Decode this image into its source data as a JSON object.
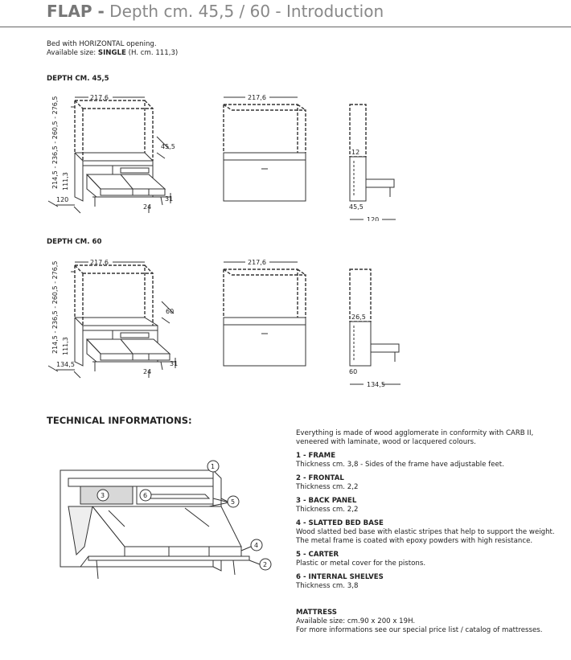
{
  "header": {
    "title_bold": "FLAP -",
    "title_rest": " Depth cm. 45,5 / 60 - Introduction"
  },
  "intro": {
    "line1": "Bed with HORIZONTAL opening.",
    "line2_prefix": "Available size: ",
    "line2_bold": "SINGLE",
    "line2_suffix": " (H. cm. 111,3)"
  },
  "sections": [
    {
      "heading": "DEPTH CM. 45,5",
      "width": "217,6",
      "heights": "214,5 - 236,5 - 260,5 - 276,5",
      "bed_height": "111,3",
      "depth": "45,5",
      "open_depth": "120",
      "foot": "24",
      "base": "31",
      "front_width": "217,6",
      "side_top": "12",
      "side_depth": "45,5",
      "side_open": "120"
    },
    {
      "heading": "DEPTH CM. 60",
      "width": "217,6",
      "heights": "214,5 - 236,5 - 260,5 - 276,5",
      "bed_height": "111,3",
      "depth": "60",
      "open_depth": "134,5",
      "foot": "24",
      "base": "31",
      "front_width": "217,6",
      "side_top": "26,5",
      "side_depth": "60",
      "side_open": "134,5"
    }
  ],
  "technical": {
    "heading": "TECHNICAL INFORMATIONS:",
    "callouts": [
      "1",
      "2",
      "3",
      "4",
      "5",
      "6"
    ],
    "intro": "Everything is made of wood agglomerate in conformity with CARB II, veneered with laminate, wood or lacquered colours.",
    "items": [
      {
        "title": "1 - FRAME",
        "text": "Thickness cm. 3,8 - Sides of the frame have adjustable feet."
      },
      {
        "title": "2 - FRONTAL",
        "text": "Thickness cm. 2,2"
      },
      {
        "title": "3 - BACK PANEL",
        "text": "Thickness cm. 2,2"
      },
      {
        "title": "4 - SLATTED BED BASE",
        "text": "Wood slatted bed base with elastic stripes that help to support the weight. The metal frame is coated with epoxy powders with high resistance."
      },
      {
        "title": "5 - CARTER",
        "text": "Plastic or metal cover for the pistons."
      },
      {
        "title": "6 - INTERNAL SHELVES",
        "text": "Thickness cm. 3,8"
      }
    ],
    "mattress": {
      "title": "MATTRESS",
      "line1": "Available size: cm.90 x 200 x 19H.",
      "line2": "For more informations see our special price list / catalog of mattresses."
    }
  }
}
